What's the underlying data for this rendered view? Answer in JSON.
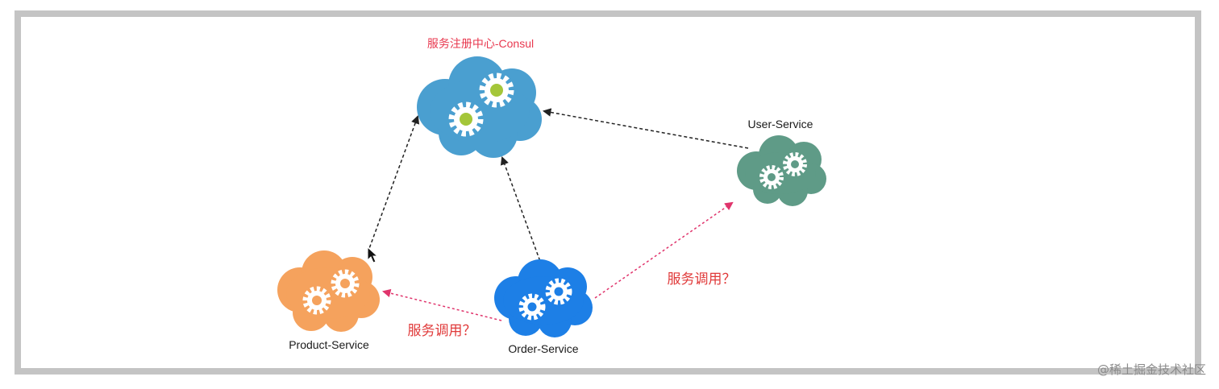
{
  "diagram": {
    "registry": {
      "label": "服务注册中心-Consul",
      "color": "#4a9fd0",
      "gear_center_color": "#a4c639"
    },
    "services": [
      {
        "id": "user",
        "label": "User-Service",
        "color": "#5f9b87"
      },
      {
        "id": "product",
        "label": "Product-Service",
        "color": "#f5a25d"
      },
      {
        "id": "order",
        "label": "Order-Service",
        "color": "#1d7fe6"
      }
    ],
    "edges": [
      {
        "from": "product",
        "to": "registry",
        "style": "dashed",
        "color": "#222222"
      },
      {
        "from": "order",
        "to": "registry",
        "style": "dashed",
        "color": "#222222"
      },
      {
        "from": "user",
        "to": "registry",
        "style": "dashed",
        "color": "#222222"
      },
      {
        "from": "order",
        "to": "product",
        "style": "dotted",
        "color": "#e0346c"
      },
      {
        "from": "order",
        "to": "user",
        "style": "dotted",
        "color": "#e0346c"
      }
    ],
    "call_labels": [
      "服务调用？",
      "服务调用？"
    ],
    "icons": [
      "cloud-icon",
      "gear-icon",
      "cursor-arrow-icon"
    ]
  },
  "watermark": "@稀土掘金技术社区"
}
